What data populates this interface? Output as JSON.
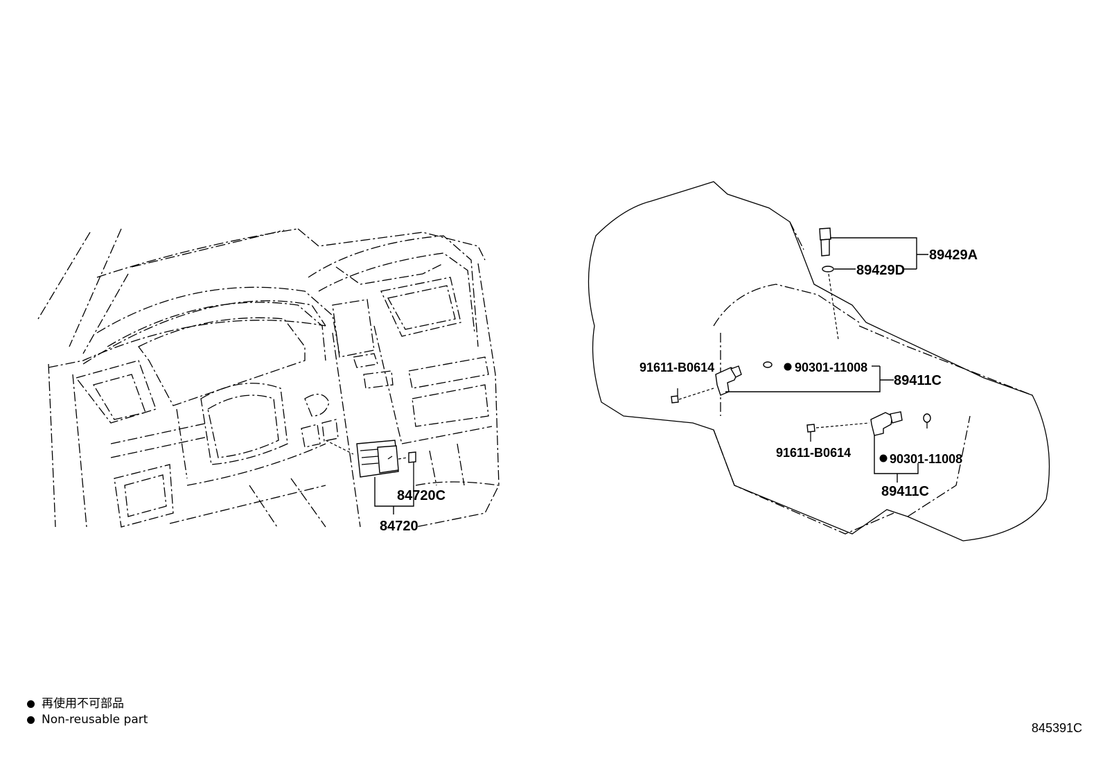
{
  "labels": {
    "p84720c": "84720C",
    "p84720": "84720",
    "p89429a": "89429A",
    "p89429d": "89429D",
    "p91611_top": "91611-B0614",
    "p90301_top": "90301-11008",
    "p89411c_top": "89411C",
    "p91611_bottom": "91611-B0614",
    "p90301_bottom": "90301-11008",
    "p89411c_bottom": "89411C"
  },
  "legend": {
    "line1": "再使用不可部品",
    "line2": "Non-reusable part"
  },
  "diagram_code": "845391C"
}
